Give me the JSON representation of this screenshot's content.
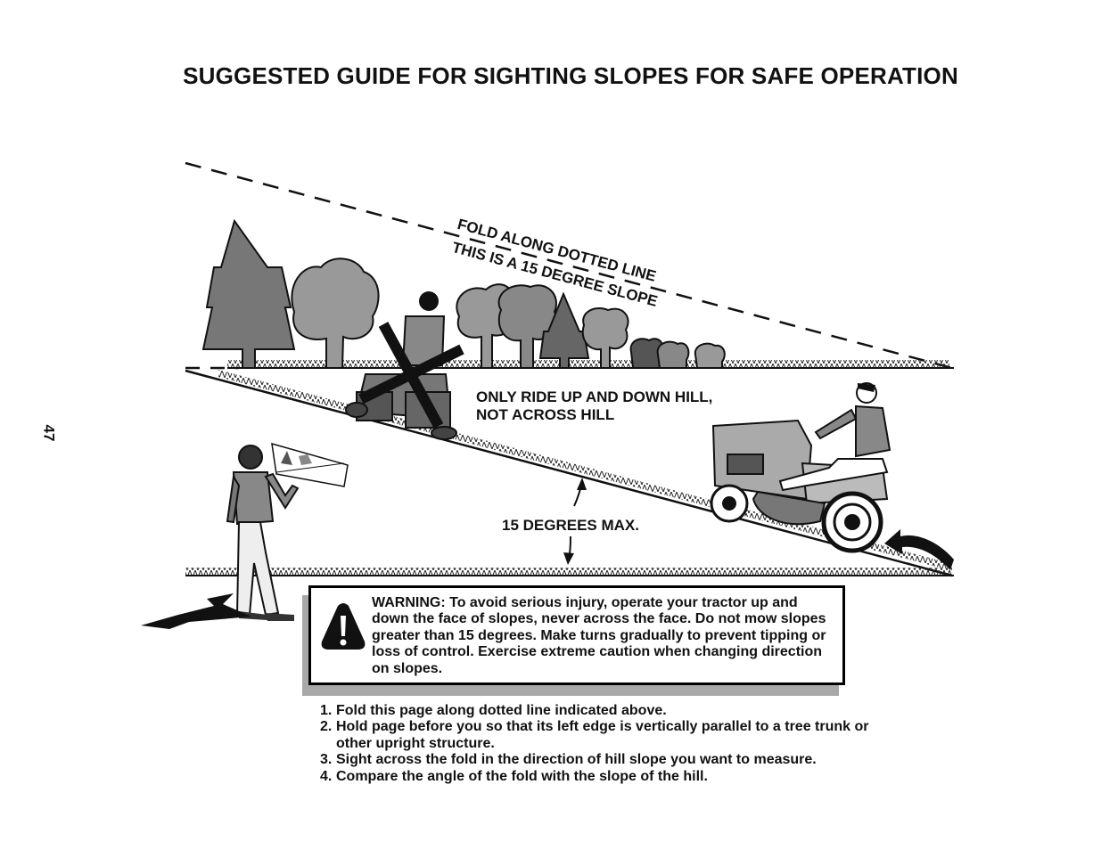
{
  "page": {
    "title": "SUGGESTED GUIDE FOR SIGHTING SLOPES FOR SAFE OPERATION",
    "page_number": "47"
  },
  "diagram": {
    "fold_line_label": "FOLD ALONG DOTTED LINE",
    "slope_label": "THIS IS A 15 DEGREE SLOPE",
    "ride_note_line1": "ONLY RIDE UP AND DOWN HILL,",
    "ride_note_line2": "NOT ACROSS HILL",
    "max_label": "15 DEGREES MAX."
  },
  "warning": {
    "icon": "warning-triangle-icon",
    "text": "WARNING: To avoid serious injury, operate your tractor up and down the face of slopes, never across the face. Do not mow slopes greater than 15 degrees. Make turns gradually to prevent tipping or loss of control. Exercise extreme caution when changing direction on slopes."
  },
  "steps": [
    {
      "num": "1.",
      "text": "Fold this page along dotted line indicated above."
    },
    {
      "num": "2.",
      "text": "Hold page before you so that its left edge is vertically parallel to a tree trunk or other upright structure."
    },
    {
      "num": "3.",
      "text": "Sight across the fold in the direction of hill slope you want to measure."
    },
    {
      "num": "4.",
      "text": "Compare the angle of the fold with the slope of the hill."
    }
  ]
}
